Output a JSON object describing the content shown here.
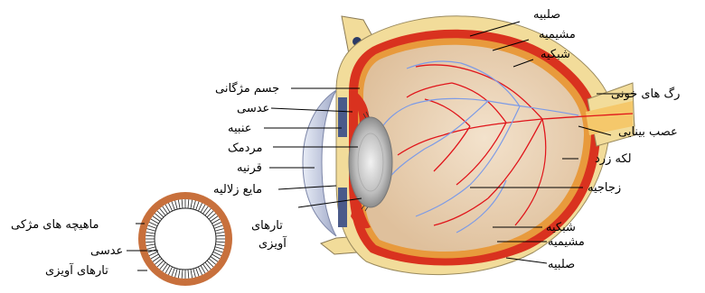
{
  "labels": {
    "sclera_top": "صلبیه",
    "choroid_top": "مشیمیه",
    "retina_top": "شبکیه",
    "blood_vessels": "رگ های خونی",
    "optic_nerve": "عصب بینایی",
    "macula": "لکه زرد",
    "vitreous": "زجاجیه",
    "retina_bottom": "شبکیه",
    "choroid_bottom": "مشیمیه",
    "sclera_bottom": "صلبیه",
    "ciliary_body": "جسم مژگانی",
    "lens": "عدسی",
    "iris": "عنبیه",
    "pupil": "مردمک",
    "cornea": "قرنیه",
    "aqueous": "مایع زلالیه",
    "zonule_line1": "تارهای",
    "zonule_line2": "آویزی",
    "inset_ciliary": "ماهیچه های مژکی",
    "inset_lens": "عدسی",
    "inset_zonule": "تارهای آویزی"
  },
  "colors": {
    "sclera": "#f2dc9a",
    "choroid": "#d9321f",
    "retina": "#e89a3c",
    "vitreous": "#ecd2b4",
    "artery": "#e0141a",
    "vein": "#7d9be6",
    "cornea": "#b9c4de",
    "lens": "#c8c8c8",
    "inset_ring": "#c8703c"
  }
}
